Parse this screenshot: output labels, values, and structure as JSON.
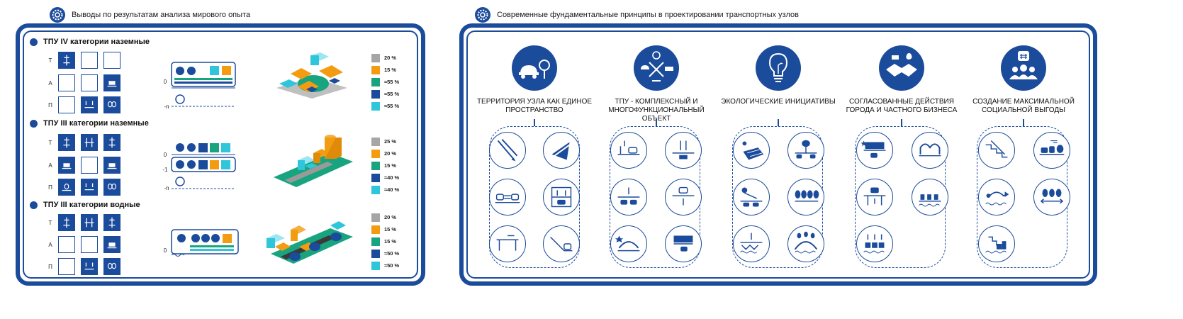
{
  "left": {
    "header": "Выводы по результатам анализа мирового опыта",
    "sections": [
      {
        "title": "ТПУ IV категории наземные",
        "rows": [
          "Т",
          "А",
          "П"
        ],
        "levels": [
          "0",
          "-n"
        ],
        "legend": [
          {
            "label": "20 %",
            "color": "#a6a6a6"
          },
          {
            "label": "15 %",
            "color": "#f39c12"
          },
          {
            "label": "≈55 %",
            "color": "#17a47e"
          },
          {
            "label": "≈55 %",
            "color": "#1b4b9b"
          },
          {
            "label": "≈55 %",
            "color": "#2fc6dc"
          }
        ]
      },
      {
        "title": "ТПУ III категории наземные",
        "rows": [
          "Т",
          "А",
          "П"
        ],
        "levels": [
          "0",
          "-1",
          "-n"
        ],
        "legend": [
          {
            "label": "25 %",
            "color": "#a6a6a6"
          },
          {
            "label": "20 %",
            "color": "#f39c12"
          },
          {
            "label": "15 %",
            "color": "#17a47e"
          },
          {
            "label": "≈40 %",
            "color": "#1b4b9b"
          },
          {
            "label": "≈40 %",
            "color": "#2fc6dc"
          }
        ]
      },
      {
        "title": "ТПУ III категории водные",
        "rows": [
          "Т",
          "А",
          "П"
        ],
        "levels": [
          "0"
        ],
        "legend": [
          {
            "label": "20 %",
            "color": "#a6a6a6"
          },
          {
            "label": "15 %",
            "color": "#f39c12"
          },
          {
            "label": "15 %",
            "color": "#17a47e"
          },
          {
            "label": "≈50 %",
            "color": "#1b4b9b"
          },
          {
            "label": "≈50 %",
            "color": "#2fc6dc"
          }
        ]
      }
    ]
  },
  "right": {
    "header": "Современные фундаментальные принципы в проектировании транспортных узлов",
    "principles": [
      {
        "title": "ТЕРРИТОРИЯ УЗЛА КАК ЕДИНОЕ ПРОСТРАНСТВО",
        "icon": "car-tree-icon"
      },
      {
        "title": "ТПУ - КОМПЛЕКСНЫЙ И МНОГОФУНКЦИОНАЛЬНЫЙ ОБЪЕКТ",
        "icon": "multifunction-icon"
      },
      {
        "title": "ЭКОЛОГИЧЕСКИЕ ИНИЦИАТИВЫ",
        "icon": "lightbulb-leaf-icon"
      },
      {
        "title": "СОГЛАСОВАННЫЕ ДЕЙСТВИЯ ГОРОДА И ЧАСТНОГО БИЗНЕСА",
        "icon": "handshake-icon"
      },
      {
        "title": "СОЗДАНИЕ МАКСИМАЛЬНОЙ СОЦИАЛЬНОЙ ВЫГОДЫ",
        "icon": "social-people-icon"
      }
    ]
  },
  "colors": {
    "brand": "#1b4b9b",
    "grey": "#a6a6a6",
    "orange": "#f39c12",
    "green": "#17a47e",
    "cyan": "#2fc6dc"
  }
}
